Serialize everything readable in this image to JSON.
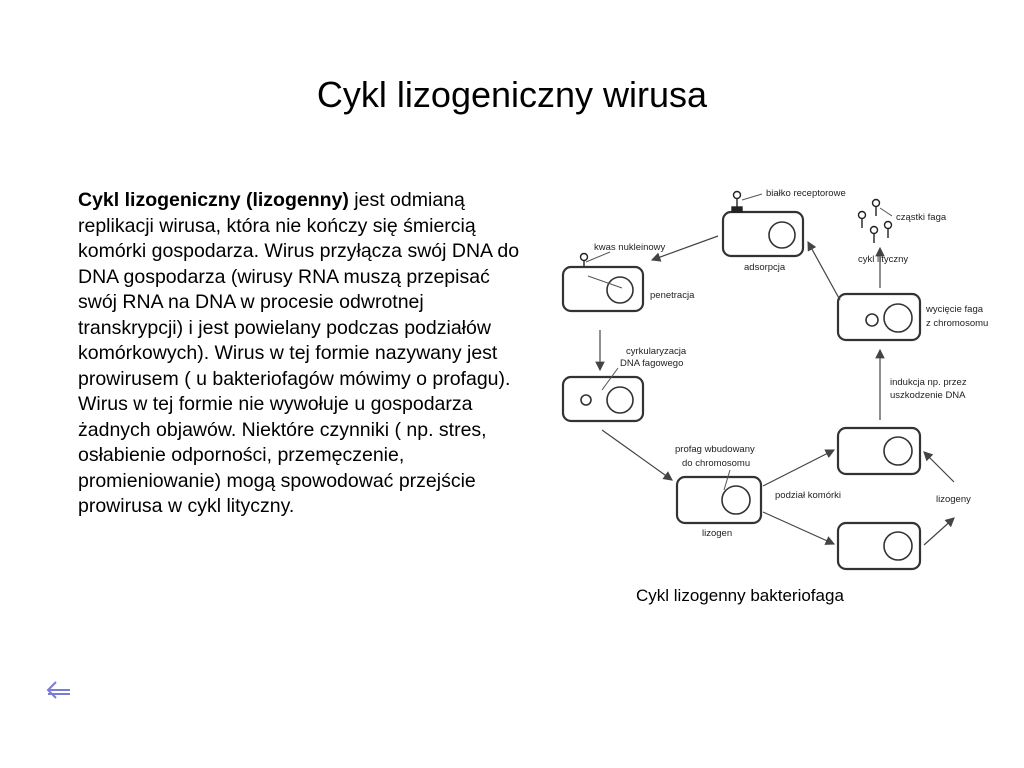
{
  "slide": {
    "title": "Cykl lizogeniczny wirusa",
    "paragraph_bold": "Cykl lizogeniczny (lizogenny)",
    "paragraph_rest": " jest odmianą replikacji wirusa, która nie kończy się śmiercią komórki gospodarza. Wirus przyłącza swój DNA do DNA gospodarza (wirusy RNA muszą przepisać swój RNA na DNA w procesie odwrotnej transkrypcji) i jest powielany podczas podziałów komórkowych). Wirus w tej formie nazywany jest prowirusem ( u bakteriofagów mówimy o profagu). Wirus w tej formie nie wywołuje u gospodarza żadnych objawów. Niektóre czynniki ( np. stres, osłabienie odporności, przemęczenie, promieniowanie) mogą spowodować przejście prowirusa w cykl lityczny.",
    "caption": "Cykl lizogenny bakteriofaga",
    "nav_icon": "back-arrow-icon"
  },
  "diagram": {
    "labels": {
      "bialko_receptorowe": "białko receptorowe",
      "czastki_faga": "cząstki faga",
      "kwas_nukleinowy": "kwas nukleinowy",
      "adsorpcja": "adsorpcja",
      "cykl_lityczny": "cykl lityczny",
      "penetracja": "penetracja",
      "wyciecie_1": "wycięcie faga",
      "wyciecie_2": "z chromosomu",
      "cyrkularyzacja_1": "cyrkularyzacja",
      "cyrkularyzacja_2": "DNA fagowego",
      "indukcja_1": "indukcja np. przez",
      "indukcja_2": "uszkodzenie DNA",
      "profag_1": "profag wbudowany",
      "profag_2": "do chromosomu",
      "podzial": "podział komórki",
      "lizogeny": "lizogeny",
      "lizogen": "lizogen"
    }
  }
}
